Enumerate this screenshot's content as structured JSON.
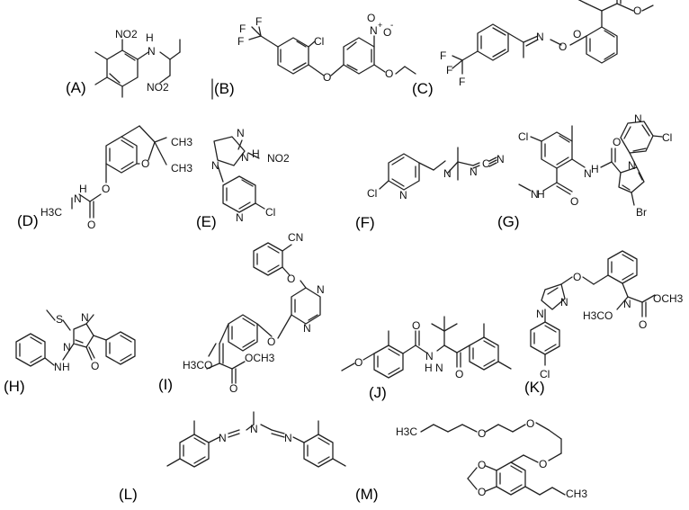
{
  "compounds": [
    {
      "label": "(A)",
      "atoms": [
        "NO2",
        "H",
        "N",
        "NO2"
      ]
    },
    {
      "label": "(B)",
      "atoms": [
        "F",
        "F",
        "F",
        "Cl",
        "N",
        "+",
        "O",
        "-",
        "O",
        "O",
        "O"
      ]
    },
    {
      "label": "(C)",
      "atoms": [
        "O",
        "N",
        "O",
        "O",
        "F",
        "F",
        "F",
        "N",
        "O"
      ]
    },
    {
      "label": "(D)",
      "atoms": [
        "CH3",
        "CH3",
        "O",
        "H",
        "N",
        "H3C",
        "O",
        "O"
      ]
    },
    {
      "label": "(E)",
      "atoms": [
        "N",
        "N",
        "H",
        "NO2",
        "N",
        "N",
        "Cl"
      ]
    },
    {
      "label": "(F)",
      "atoms": [
        "N",
        "N",
        "C",
        "N",
        "Cl",
        "N"
      ]
    },
    {
      "label": "(G)",
      "atoms": [
        "Cl",
        "N",
        "Cl",
        "N",
        "N",
        "H",
        "O",
        "O",
        "N",
        "H",
        "Br"
      ]
    },
    {
      "label": "(H)",
      "atoms": [
        "S",
        "N",
        "N",
        "N",
        "H",
        "O"
      ]
    },
    {
      "label": "(I)",
      "atoms": [
        "CN",
        "O",
        "N",
        "N",
        "O",
        "H3CO",
        "OCH3",
        "O"
      ]
    },
    {
      "label": "(J)",
      "atoms": [
        "O",
        "O",
        "N",
        "H",
        "N",
        "O"
      ]
    },
    {
      "label": "(K)",
      "atoms": [
        "O",
        "N",
        "N",
        "H3CO",
        "N",
        "OCH3",
        "O",
        "Cl"
      ]
    },
    {
      "label": "(L)",
      "atoms": [
        "N",
        "N",
        "N"
      ]
    },
    {
      "label": "(M)",
      "atoms": [
        "H3C",
        "O",
        "O",
        "O",
        "O",
        "O",
        "CH3"
      ]
    }
  ]
}
